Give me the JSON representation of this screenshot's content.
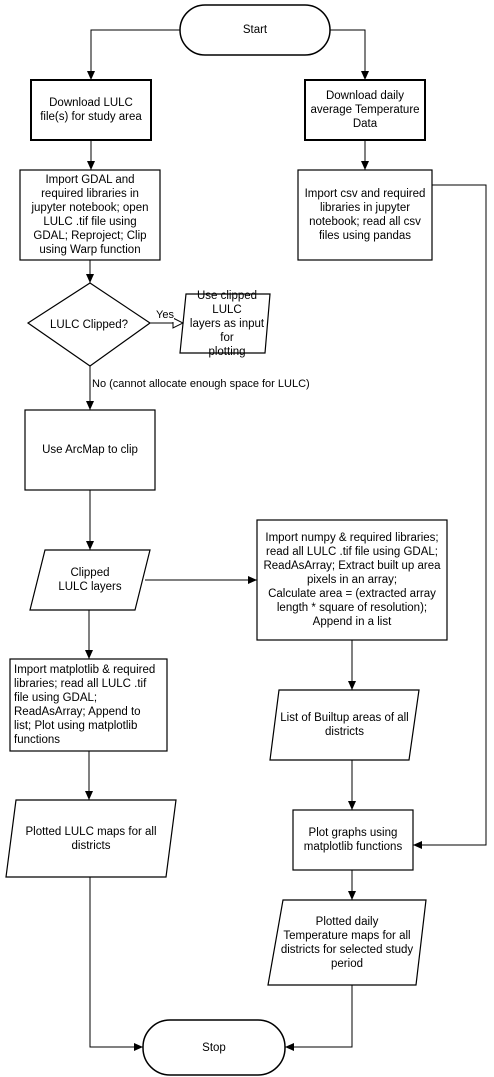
{
  "nodes": {
    "start": "Start",
    "download_lulc": "Download LULC\nfile(s) for study area",
    "download_temp": "Download daily\naverage Temperature\nData",
    "import_gdal": "Import GDAL and\nrequired libraries in\njupyter notebook; open\nLULC .tif file using\nGDAL; Reproject; Clip\nusing Warp function",
    "import_csv": "Import csv and required\nlibraries in jupyter\nnotebook; read all csv\nfiles using pandas",
    "lulc_clipped_decision": "LULC Clipped?",
    "use_clipped": "Use clipped LULC\nlayers as input for\nplotting",
    "arcmap": "Use ArcMap to clip",
    "clipped_layers": "Clipped\nLULC layers",
    "import_numpy": "Import numpy & required libraries;\nread all LULC .tif file using GDAL;\nReadAsArray; Extract built up area\npixels in an array;\nCalculate area = (extracted array\nlength * square of resolution);\nAppend in a list",
    "import_matplotlib": "Import matplotlib & required\nlibraries; read all LULC .tif\nfile using GDAL;\nReadAsArray; Append to\nlist; Plot using matplotlib\nfunctions",
    "builtup_list": "List of Builtup areas of all\ndistricts",
    "plotted_lulc": "Plotted LULC maps for all\ndistricts",
    "plot_graphs": "Plot graphs using\nmatplotlib functions",
    "plotted_temp": "Plotted daily\nTemperature maps for all\ndistricts for selected study\nperiod",
    "stop": "Stop"
  },
  "edges": {
    "yes": "Yes",
    "no": "No (cannot allocate enough space for LULC)"
  }
}
